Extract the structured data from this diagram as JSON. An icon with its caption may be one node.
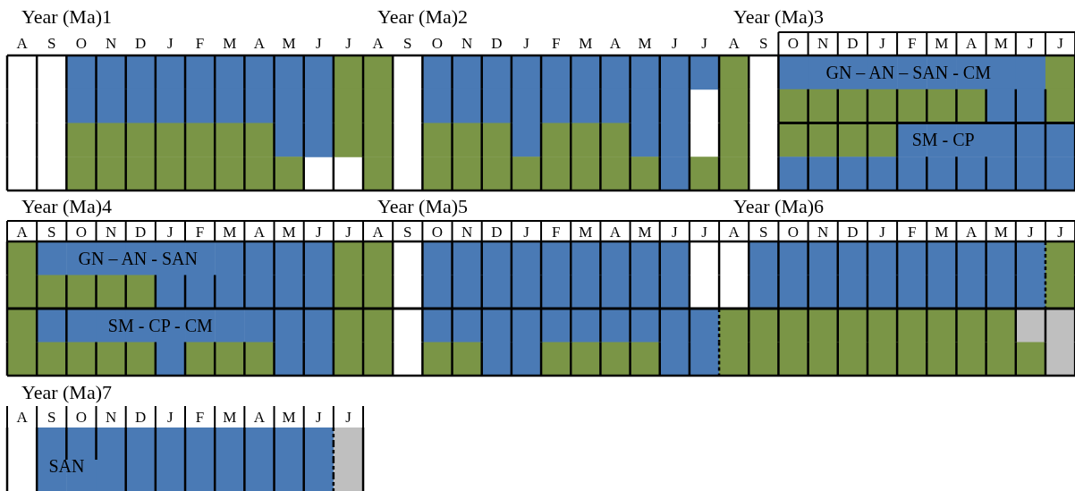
{
  "diagram": {
    "labels": [
      "Year (Ma)1",
      "Year (Ma)2",
      "Year (Ma)3",
      "A",
      "S",
      "O",
      "N",
      "D",
      "J",
      "F",
      "M",
      "A",
      "M",
      "J",
      "J",
      "A",
      "S",
      "O",
      "N",
      "D",
      "J",
      "F",
      "M",
      "A",
      "M",
      "J",
      "J",
      "A",
      "S",
      "O",
      "N",
      "D",
      "J",
      "F",
      "M",
      "A",
      "M",
      "J",
      "J",
      "GN – AN – SAN - CM",
      "SM - CP",
      "Year (Ma)4",
      "Year (Ma)5",
      "Year (Ma)6",
      "A",
      "S",
      "O",
      "N",
      "D",
      "J",
      "F",
      "M",
      "A",
      "M",
      "J",
      "J",
      "A",
      "S",
      "O",
      "N",
      "D",
      "J",
      "F",
      "M",
      "A",
      "M",
      "J",
      "J",
      "A",
      "S",
      "O",
      "N",
      "D",
      "J",
      "F",
      "M",
      "A",
      "M",
      "J",
      "J",
      "GN – AN - SAN",
      "SM - CP - CM",
      "Year (Ma)7",
      "A",
      "S",
      "O",
      "N",
      "D",
      "J",
      "F",
      "M",
      "A",
      "M",
      "J",
      "J",
      "SAN"
    ]
  }
}
